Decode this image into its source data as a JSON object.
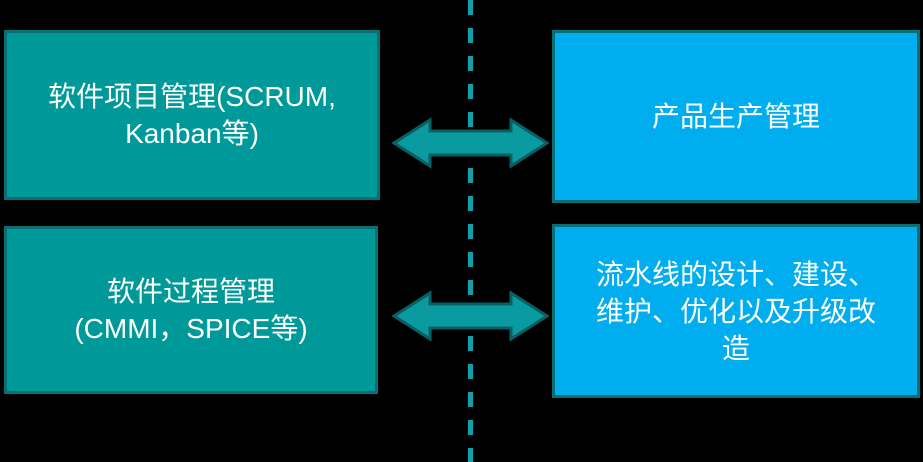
{
  "slide": {
    "background": "#000000",
    "divider": {
      "orientation": "vertical",
      "style": "dashed"
    }
  },
  "colors": {
    "teal_fill": "#009999",
    "blue_fill": "#00aeef",
    "box_border": "#0a6f72",
    "arrow_fill": "#0a9ba0",
    "arrow_stroke": "#0a5f63",
    "dash": "#0fa0ab",
    "text": "#ffffff"
  },
  "boxes": [
    {
      "name": "software-project-management",
      "lines": [
        "软件项目管理(SCRUM,",
        "Kanban等)"
      ]
    },
    {
      "name": "product-production-management",
      "lines": [
        "产品生产管理"
      ]
    },
    {
      "name": "software-process-management",
      "lines": [
        "软件过程管理",
        "(CMMI，SPICE等)"
      ]
    },
    {
      "name": "pipeline-design-build-maintain",
      "lines": [
        "流水线的设计、建设、",
        "维护、优化以及升级改",
        "造"
      ]
    }
  ],
  "arrows": [
    {
      "type": "double-headed",
      "connects": [
        "software-project-management",
        "product-production-management"
      ]
    },
    {
      "type": "double-headed",
      "connects": [
        "software-process-management",
        "pipeline-design-build-maintain"
      ]
    }
  ]
}
